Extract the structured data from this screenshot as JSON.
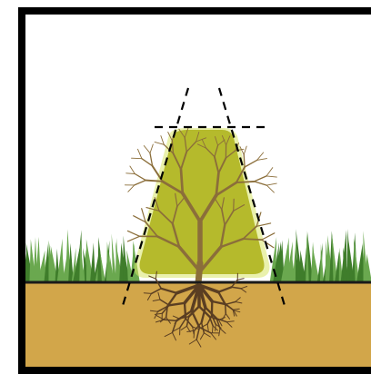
{
  "diagram": {
    "subject": "hedge-cross-section",
    "colors": {
      "frame": "#000000",
      "sky": "#ffffff",
      "soil": "#d2a64a",
      "ground_line": "#1a1a1a",
      "grass_dark": "#3f7d2b",
      "grass_light": "#6aa84f",
      "canopy_fill": "#b5ba2c",
      "canopy_glow": "#d9e56a",
      "branch": "#8b6e3a",
      "root": "#5a3e22",
      "guide_line": "#000000"
    },
    "elements": {
      "frame": "outer-border",
      "soil": "soil-layer",
      "grass": "grass-clumps",
      "canopy": "trapezoid-hedge-canopy",
      "trunk": "branch-structure",
      "roots": "root-system",
      "guides": "dashed-trim-guides"
    }
  }
}
